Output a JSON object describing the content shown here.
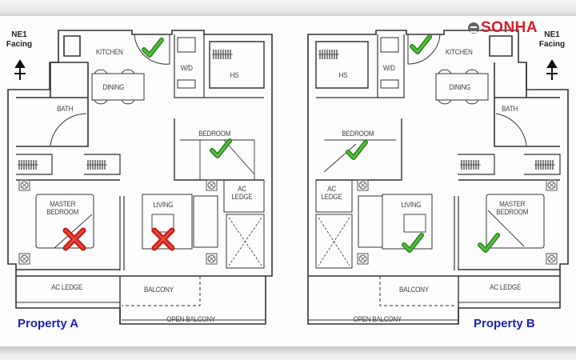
{
  "brand": {
    "logo_text": "SONHA",
    "accent": "#d81e2a"
  },
  "compass": {
    "label_line1": "NE1",
    "label_line2": "Facing"
  },
  "property_a": {
    "title": "Property A",
    "title_color": "#1f22b8",
    "rooms": {
      "kitchen": "KITCHEN",
      "wd": "W/D",
      "hs": "HS",
      "dining": "DINING",
      "bath": "BATH",
      "bedroom": "BEDROOM",
      "master_line1": "MASTER",
      "master_line2": "BEDROOM",
      "living": "LIVING",
      "ac_ledge_line1": "AC",
      "ac_ledge_line2": "LEDGE",
      "ac_ledge_bottom": "AC LEDGE",
      "balcony": "BALCONY",
      "open_balcony": "OPEN BALCONY"
    },
    "marks": [
      {
        "room": "kitchen",
        "type": "check"
      },
      {
        "room": "bedroom",
        "type": "check"
      },
      {
        "room": "master_bedroom",
        "type": "cross"
      },
      {
        "room": "living",
        "type": "cross"
      }
    ]
  },
  "property_b": {
    "title": "Property B",
    "title_color": "#1f22b8",
    "rooms": {
      "kitchen": "KITCHEN",
      "wd": "W/D",
      "hs": "HS",
      "dining": "DINING",
      "bath": "BATH",
      "bedroom": "BEDROOM",
      "master_line1": "MASTER",
      "master_line2": "BEDROOM",
      "living": "LIVING",
      "ac_ledge_line1": "AC",
      "ac_ledge_line2": "LEDGE",
      "ac_ledge_bottom": "AC LEDGE",
      "balcony": "BALCONY",
      "open_balcony": "OPEN BALCONY"
    },
    "marks": [
      {
        "room": "kitchen",
        "type": "check"
      },
      {
        "room": "bedroom",
        "type": "check"
      },
      {
        "room": "living",
        "type": "check"
      },
      {
        "room": "master_bedroom",
        "type": "check"
      }
    ]
  },
  "colors": {
    "check": "#3a9a2a",
    "cross": "#d42a22",
    "wall": "#333333"
  }
}
